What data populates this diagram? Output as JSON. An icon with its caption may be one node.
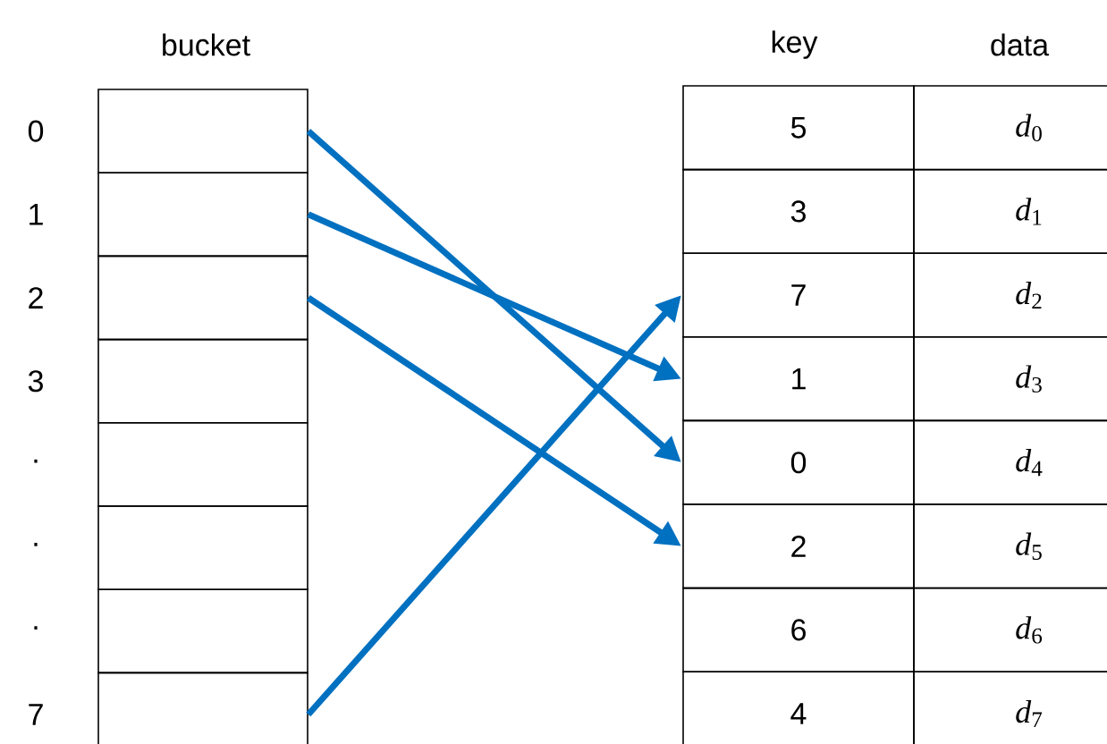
{
  "diagram": {
    "nodes": [
      {
        "text": [],
        "shape": "box"
      },
      {
        "text": [],
        "shape": "box"
      },
      {
        "text": [],
        "shape": "box"
      },
      {
        "text": [],
        "shape": "box"
      },
      {
        "text": [],
        "shape": "box"
      },
      {
        "text": [],
        "shape": "box"
      },
      {
        "text": [],
        "shape": "box"
      },
      {
        "text": [],
        "shape": "box"
      },
      {
        "text": [
          "5"
        ]
      },
      {
        "text": [
          "3"
        ]
      },
      {
        "text": [
          "7"
        ]
      },
      {
        "text": [
          "1"
        ]
      },
      {
        "text": [
          "0"
        ]
      },
      {
        "text": [
          "2"
        ]
      },
      {
        "text": [
          "6"
        ]
      },
      {
        "text": [
          "4"
        ]
      },
      {
        "text": [
          "*d*$_{0}$"
        ]
      },
      {
        "text": [
          "*d*$_{1}$"
        ]
      },
      {
        "text": [
          "*d*$_{2}$"
        ]
      },
      {
        "text": [
          "*d*$_{3}$"
        ]
      },
      {
        "text": [
          "*d*$_{4}$"
        ]
      },
      {
        "text": [
          "*d*$_{5}$"
        ]
      },
      {
        "text": [
          "*d*$_{6}$"
        ]
      },
      {
        "text": [
          "*d*$_{7}$"
        ]
      }
    ],
    "edges": [
      {
        "from": 0,
        "to": 12,
        "arrow": "to"
      },
      {
        "from": 1,
        "to": 11,
        "arrow": "to"
      },
      {
        "from": 2,
        "to": 13,
        "arrow": "to"
      },
      {
        "from": 7,
        "to": 10,
        "arrow": "to"
      }
    ],
    "labels": [
      "bucket",
      "key",
      "data",
      "0",
      "1",
      "2",
      "3",
      "·",
      "·",
      "·",
      "7"
    ]
  }
}
